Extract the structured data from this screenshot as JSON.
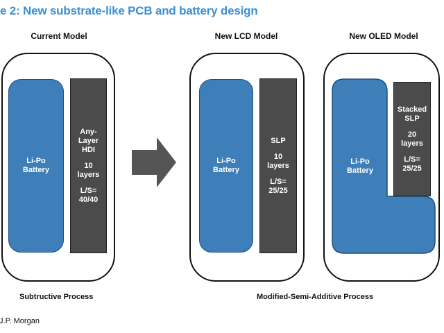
{
  "title": "e 2: New substrate-like PCB and battery design",
  "columns": {
    "current": "Current Model",
    "lcd": "New LCD Model",
    "oled": "New OLED Model"
  },
  "current_phone": {
    "battery": [
      "Li-Po",
      "Battery"
    ],
    "board": [
      "Any-",
      "Layer",
      "HDI",
      "",
      "10",
      "layers",
      "",
      "L/S=",
      "40/40"
    ]
  },
  "lcd_phone": {
    "battery": [
      "Li-Po",
      "Battery"
    ],
    "board": [
      "SLP",
      "",
      "10",
      "layers",
      "",
      "L/S=",
      "25/25"
    ]
  },
  "oled_phone": {
    "battery": [
      "Li-Po",
      "Battery"
    ],
    "board": [
      "Stacked",
      "SLP",
      "",
      "20",
      "layers",
      "",
      "L/S=",
      "25/25"
    ]
  },
  "process": {
    "left": "Subtructive Process",
    "right": "Modified-Semi-Additive Process"
  },
  "source": ".J.P. Morgan",
  "colors": {
    "title": "#3d8fd1",
    "battery": "#3f7fb9",
    "board": "#4b4b4b",
    "arrow": "#555555"
  }
}
